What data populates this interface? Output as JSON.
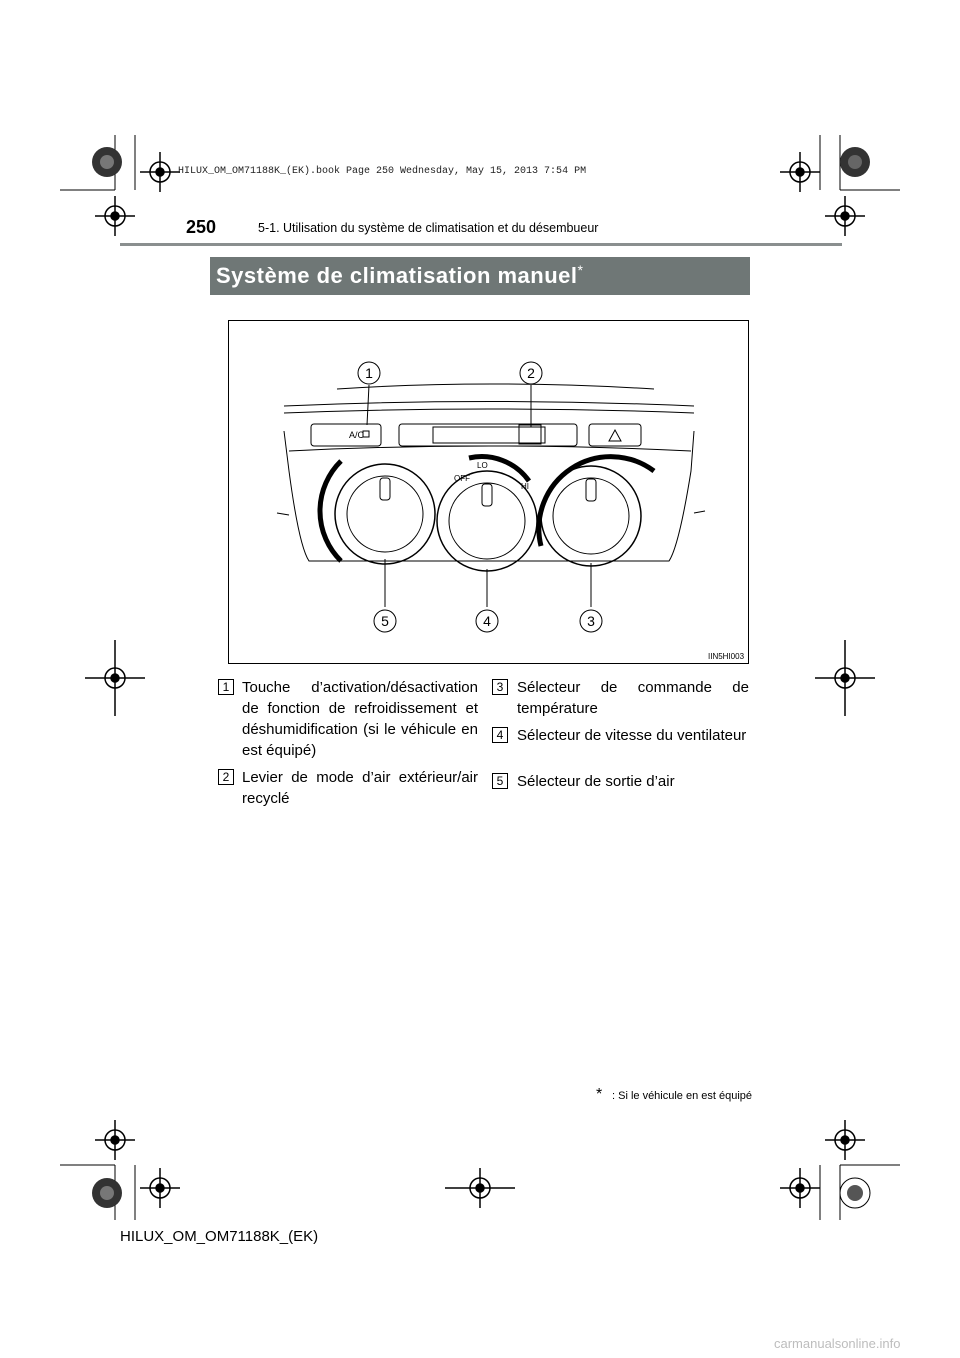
{
  "print_info": "HILUX_OM_OM71188K_(EK).book  Page 250  Wednesday, May 15, 2013  7:54 PM",
  "header": {
    "page_number": "250",
    "section": "5-1. Utilisation du système de climatisation et du désembueur"
  },
  "title": {
    "text": "Système de climatisation manuel",
    "mark": "*"
  },
  "figure": {
    "code": "IIN5HI003",
    "ac_label": "A/C",
    "dial_labels": [
      "OFF",
      "LO",
      "HI"
    ],
    "callouts": [
      "1",
      "2",
      "3",
      "4",
      "5"
    ]
  },
  "items": [
    {
      "num": "1",
      "text": "Touche d’activation/désactivation de fonction de refroidissement et déshumidification (si le véhicule en est équipé)"
    },
    {
      "num": "2",
      "text": "Levier de mode d’air extérieur/air recyclé"
    },
    {
      "num": "3",
      "text": "Sélecteur de commande de température"
    },
    {
      "num": "4",
      "text": "Sélecteur de vitesse du ventilateur"
    },
    {
      "num": "5",
      "text": "Sélecteur de sortie d’air"
    }
  ],
  "footnote": ": Si le véhicule en est équipé",
  "footnote_mark": "*",
  "footer": "HILUX_OM_OM71188K_(EK)",
  "watermark": "carmanualsonline.info"
}
